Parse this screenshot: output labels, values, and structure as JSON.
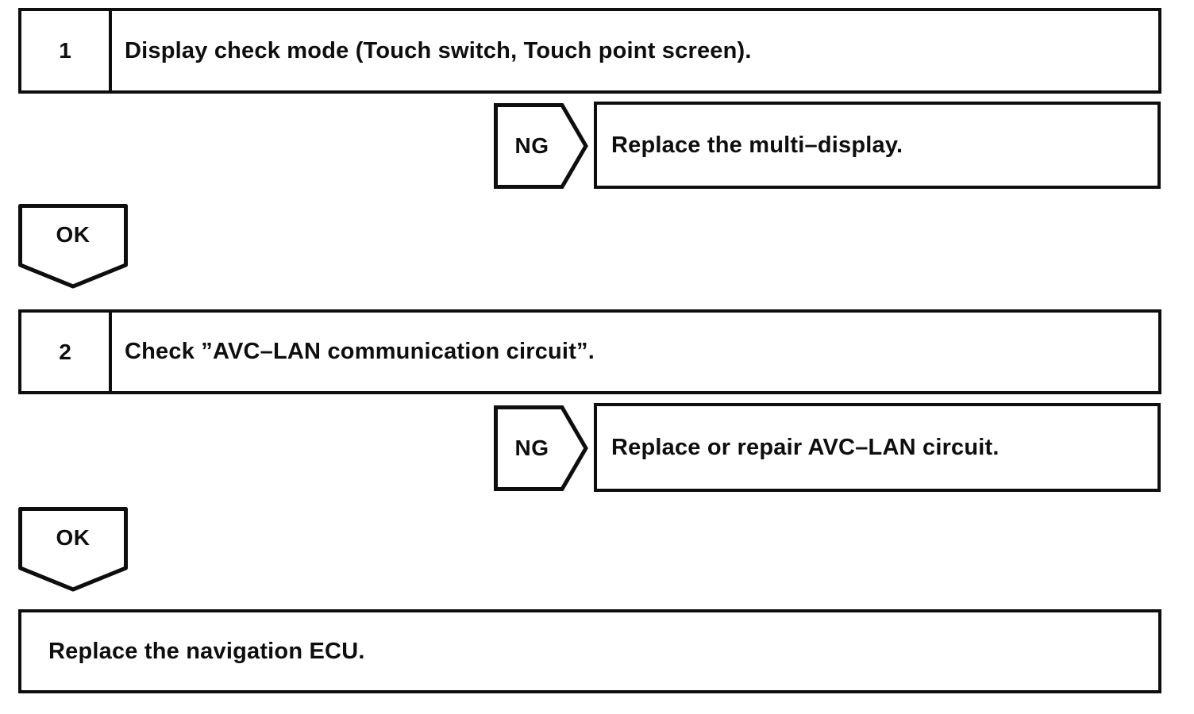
{
  "colors": {
    "ink": "#0e0e0e",
    "paper": "#ffffff"
  },
  "flowchart": {
    "steps": [
      {
        "number": "1",
        "instruction": "Display check mode (Touch switch, Touch point screen).",
        "ng": {
          "label": "NG",
          "action": "Replace the multi–display."
        },
        "ok": {
          "label": "OK"
        }
      },
      {
        "number": "2",
        "instruction": "Check ”AVC–LAN communication circuit”.",
        "ng": {
          "label": "NG",
          "action": "Replace or repair AVC–LAN circuit."
        },
        "ok": {
          "label": "OK"
        }
      }
    ],
    "final_action": "Replace the navigation ECU."
  }
}
